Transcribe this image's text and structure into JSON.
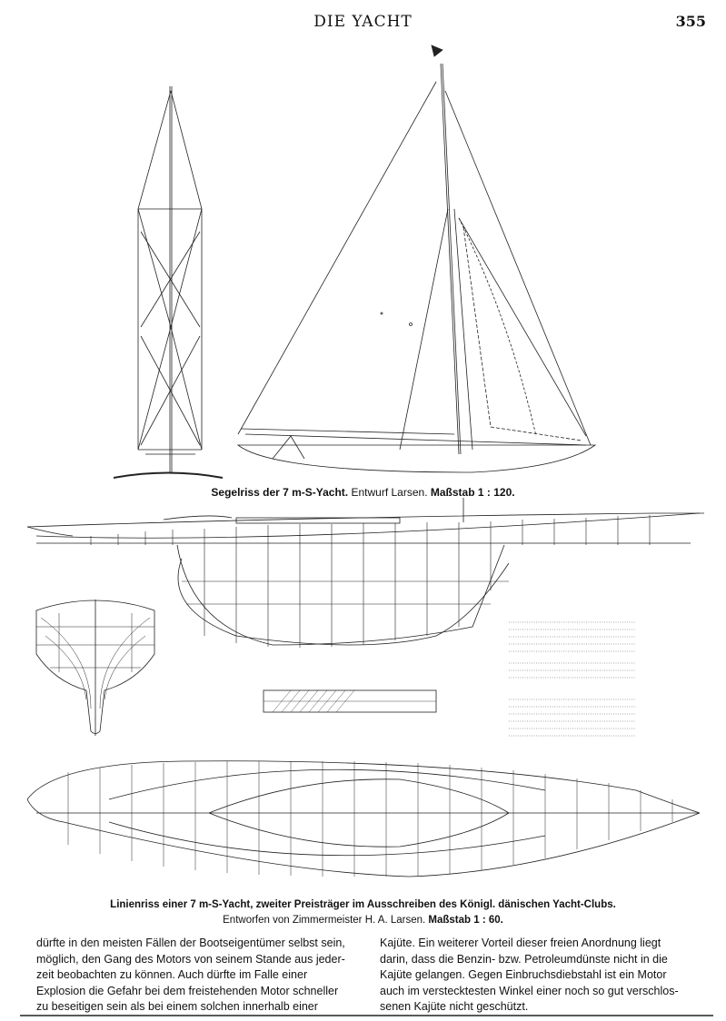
{
  "header": {
    "title": "DIE YACHT",
    "page_number": "355"
  },
  "figure1": {
    "caption_main": "Segelriss der 7 m-S-Yacht.",
    "caption_author": "Entwurf Larsen.",
    "caption_scale": "Maßstab 1 : 120."
  },
  "figure2": {
    "caption_line1": "Linienriss einer 7 m-S-Yacht, zweiter Preisträger im Ausschreiben des Königl. dänischen Yacht-Clubs.",
    "caption_line2_a": "Entworfen von Zimmermeister H. A. Larsen.",
    "caption_line2_b": "Maßstab 1 : 60."
  },
  "body_text": {
    "left": [
      "dürfte in den meisten Fällen der Bootseigentümer selbst sein,",
      "möglich, den Gang des Motors von seinem Stande aus jeder-",
      "zeit beobachten zu können. Auch dürfte im Falle einer",
      "Explosion die Gefahr bei dem freistehenden Motor schneller",
      "zu beseitigen sein als bei einem solchen innerhalb einer"
    ],
    "right": [
      "Kajüte. Ein weiterer Vorteil dieser freien Anordnung liegt",
      "darin, dass die Benzin- bzw. Petroleumdünste nicht in die",
      "Kajüte gelangen. Gegen Einbruchsdiebstahl ist ein Motor",
      "auch im versteckt­esten Winkel einer noch so gut verschlos-",
      "senen Kajüte nicht geschützt."
    ]
  }
}
